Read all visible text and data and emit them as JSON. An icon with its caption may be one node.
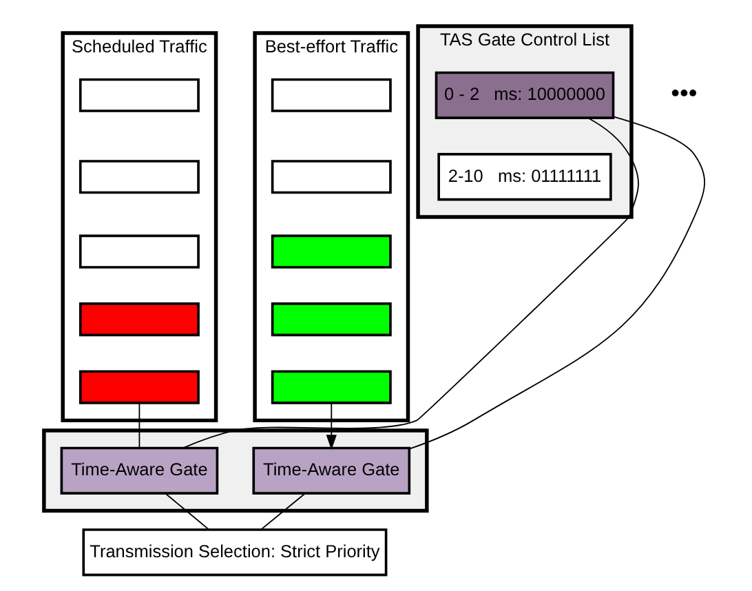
{
  "diagram": {
    "nodes": [
      {
        "text": [
          "Scheduled Traffic"
        ]
      },
      {
        "text": [],
        "shape": "box",
        "in": 0
      },
      {
        "text": [],
        "shape": "box",
        "in": 0
      },
      {
        "text": [],
        "shape": "box",
        "in": 0
      },
      {
        "text": [],
        "shape": "box",
        "in": 0
      },
      {
        "text": [],
        "shape": "box",
        "in": 0
      },
      {
        "text": [
          "Best-effort Traffic"
        ]
      },
      {
        "text": [],
        "shape": "box",
        "in": 6
      },
      {
        "text": [],
        "shape": "box",
        "in": 6
      },
      {
        "text": [],
        "shape": "box",
        "in": 6
      },
      {
        "text": [],
        "shape": "box",
        "in": 6
      },
      {
        "text": [],
        "shape": "box",
        "in": 6
      },
      {
        "text": [],
        "shape": "box"
      },
      {
        "text": [
          "Time-Aware Gate"
        ],
        "in": 12
      },
      {
        "text": [
          "Time-Aware Gate"
        ],
        "in": 12
      },
      {
        "text": [
          "TAS Gate Control List"
        ]
      },
      {
        "text": [
          "0 - 2   ms: 10000000"
        ],
        "in": 15
      },
      {
        "text": [
          "2-10   ms: 01111111"
        ],
        "in": 15
      },
      {
        "text": [
          "Transmission Selection: Strict Priority"
        ]
      }
    ],
    "edges": [
      {
        "from": 5,
        "to": 13,
        "arrow": "none"
      },
      {
        "from": 11,
        "to": 14,
        "arrow": "to"
      },
      {
        "from": 16,
        "to": 14,
        "arrow": "none"
      },
      {
        "from": 16,
        "to": 13,
        "arrow": "none"
      },
      {
        "from": 13,
        "to": 18,
        "arrow": "none"
      },
      {
        "from": 14,
        "to": 18,
        "arrow": "none"
      }
    ],
    "labels": [
      "•••"
    ]
  }
}
